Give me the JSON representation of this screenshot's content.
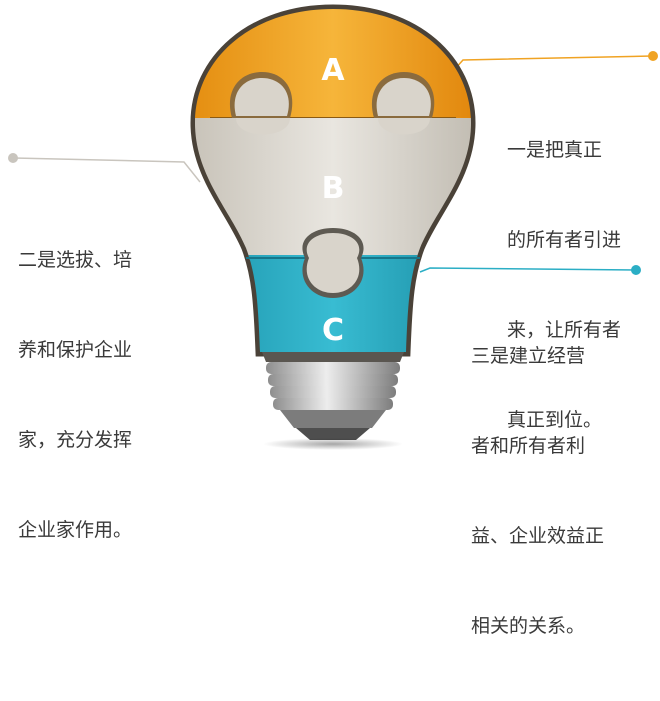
{
  "segments": [
    {
      "letter": "A",
      "color": "#F0A323"
    },
    {
      "letter": "B",
      "color": "#D9D5CD"
    },
    {
      "letter": "C",
      "color": "#2BAEC5"
    }
  ],
  "callouts": {
    "a": {
      "lines": [
        "一是把真正",
        "的所有者引进",
        "来，让所有者",
        "真正到位。"
      ],
      "dot_color": "#F0A323"
    },
    "b": {
      "lines": [
        "二是选拔、培",
        "养和保护企业",
        "家，充分发挥",
        "企业家作用。"
      ],
      "dot_color": "#C9C5BE"
    },
    "c": {
      "lines": [
        "三是建立经营",
        "者和所有者利",
        "益、企业效益正",
        "相关的关系。"
      ],
      "dot_color": "#2BAEC5"
    }
  },
  "colors": {
    "bulb_outline": "#4A4238",
    "screw_base": "#B9B9B9",
    "text": "#3A3A3A"
  }
}
